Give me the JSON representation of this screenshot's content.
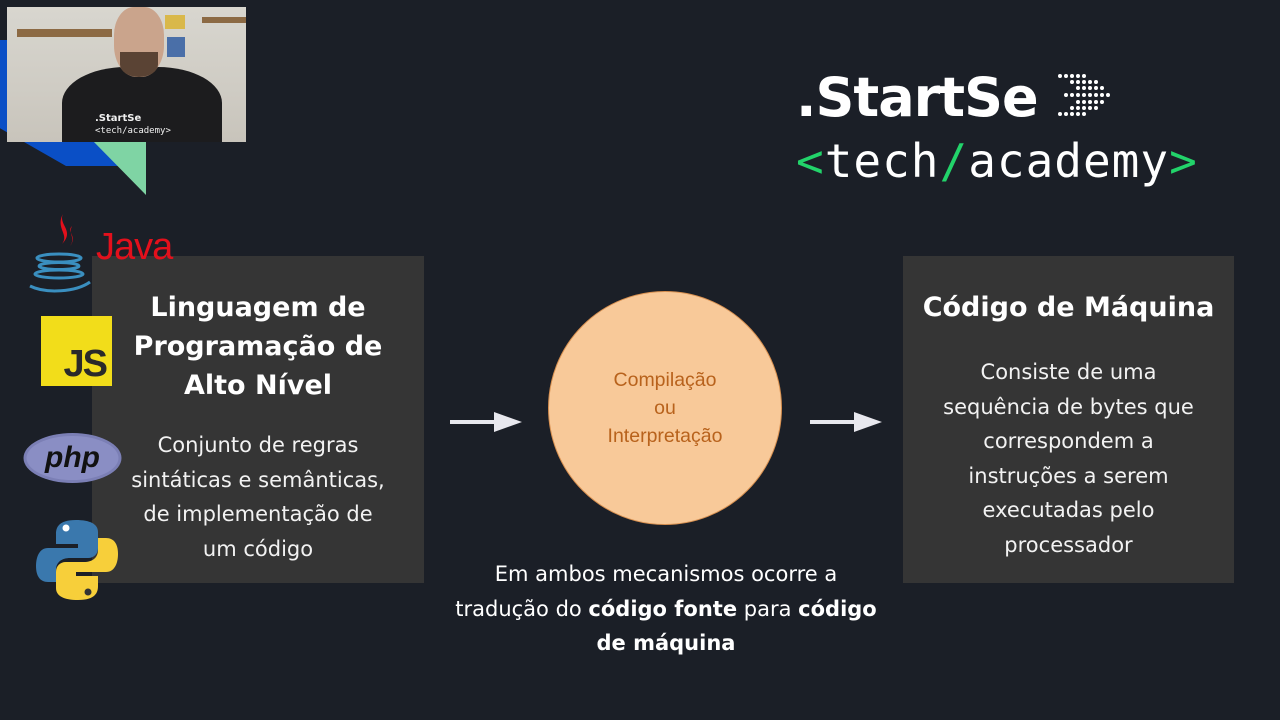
{
  "slide": {
    "background_color": "#1b1f27",
    "brand": {
      "name": ".StartSe",
      "tagline_open": "<",
      "tagline_left": "tech",
      "tagline_slash": "/",
      "tagline_right": "academy",
      "tagline_close": ">",
      "accent_color": "#22d36a"
    },
    "webcam": {
      "shirt_line1": ".StartSe",
      "shirt_line2": "<tech/academy>"
    },
    "languages": [
      {
        "name": "Java",
        "icon": "java-icon",
        "label": "Java"
      },
      {
        "name": "JavaScript",
        "icon": "javascript-icon",
        "label": "JS"
      },
      {
        "name": "PHP",
        "icon": "php-icon",
        "label": "php"
      },
      {
        "name": "Python",
        "icon": "python-icon"
      }
    ],
    "left_box": {
      "title_line1": "Linguagem de",
      "title_line2": "Programação de",
      "title_line3": "Alto Nível",
      "body_line1": "Conjunto de regras",
      "body_line2": "sintáticas e semânticas,",
      "body_line3": "de implementação de",
      "body_line4": "um código"
    },
    "process": {
      "line1": "Compilação",
      "line2": "ou",
      "line3": "Interpretação",
      "fill_color": "#f8c999",
      "text_color": "#b8621c"
    },
    "right_box": {
      "title": "Código de Máquina",
      "body_line1": "Consiste de uma",
      "body_line2": "sequência de bytes que",
      "body_line3": "correspondem a",
      "body_line4": "instruções a serem",
      "body_line5": "executadas pelo",
      "body_line6": "processador"
    },
    "caption": {
      "part1": "Em ambos mecanismos ocorre a tradução do ",
      "bold1": "código fonte",
      "part2": " para ",
      "bold2": "código de máquina"
    }
  }
}
